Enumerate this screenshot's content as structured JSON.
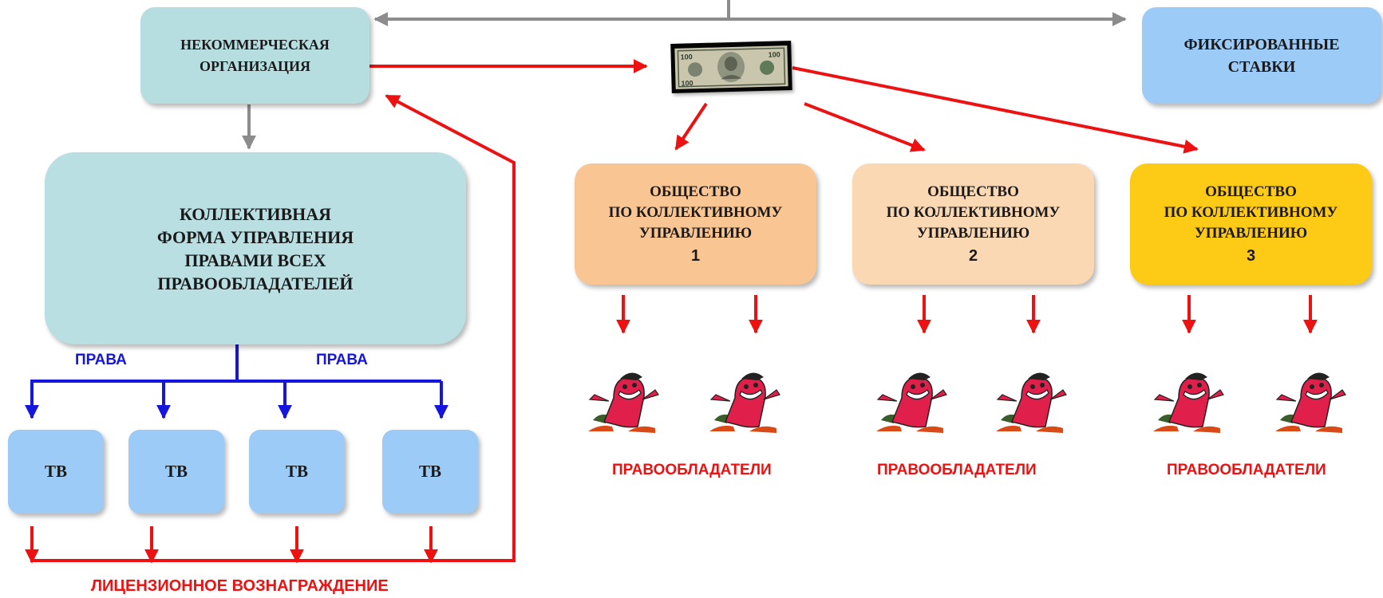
{
  "colors": {
    "red_arrow": "#ee1111",
    "blue_arrow": "#1515dd",
    "gray_arrow": "#8c8c8c",
    "nko_box": "#b6dde0",
    "collective_box": "#b9dfe2",
    "tv_box": "#9ccbf8",
    "fixed_rates_box": "#9ccbf8",
    "society_1_box": "#f9c593",
    "society_2_box": "#fbd8b4",
    "society_3_box": "#fdcb16",
    "red_label": "#ee1111",
    "blue_label": "#1515dd"
  },
  "nko": {
    "line1": "НЕКОММЕРЧЕСКАЯ",
    "line2": "ОРГАНИЗАЦИЯ"
  },
  "fixed_rates": {
    "line1": "ФИКСИРОВАННЫЕ",
    "line2": "СТАВКИ"
  },
  "collective": {
    "line1": "КОЛЛЕКТИВНАЯ",
    "line2": "ФОРМА УПРАВЛЕНИЯ",
    "line3": "ПРАВАМИ ВСЕХ",
    "line4": "ПРАВООБЛАДАТЕЛЕЙ"
  },
  "rights_labels": [
    "ПРАВА",
    "ПРАВА"
  ],
  "tv_boxes": [
    "ТВ",
    "ТВ",
    "ТВ",
    "ТВ"
  ],
  "license_fee_label": "ЛИЦЕНЗИОННОЕ ВОЗНАГРАЖДЕНИЕ",
  "societies": [
    {
      "line1": "ОБЩЕСТВО",
      "line2": "ПО КОЛЛЕКТИВНОМУ",
      "line3": "УПРАВЛЕНИЮ",
      "number": "1"
    },
    {
      "line1": "ОБЩЕСТВО",
      "line2": "ПО КОЛЛЕКТИВНОМУ",
      "line3": "УПРАВЛЕНИЮ",
      "number": "2"
    },
    {
      "line1": "ОБЩЕСТВО",
      "line2": "ПО КОЛЛЕКТИВНОМУ",
      "line3": "УПРАВЛЕНИЮ",
      "number": "3"
    }
  ],
  "rightsholders_labels": [
    "ПРАВООБЛАДАТЕЛИ",
    "ПРАВООБЛАДАТЕЛИ",
    "ПРАВООБЛАДАТЕЛИ"
  ],
  "money_image": {
    "icon": "dollar-bill-icon",
    "denomination": "100"
  },
  "rightsholder_icon": "cartoon-character-icon"
}
